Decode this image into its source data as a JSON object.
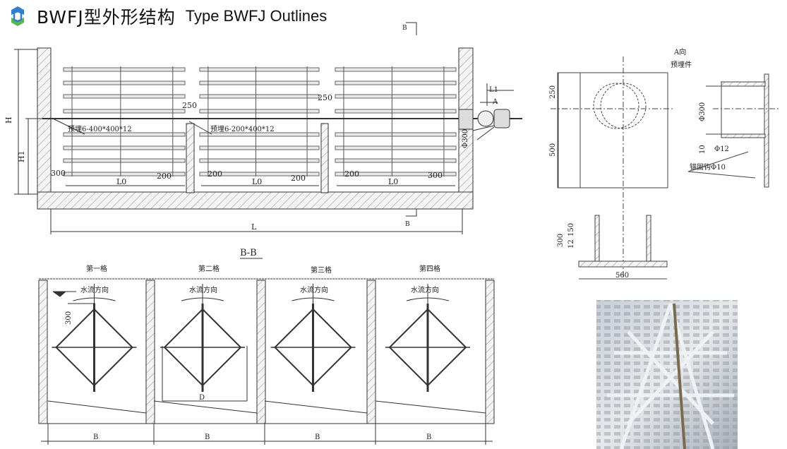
{
  "header": {
    "title_cn": "BWFJ型外形结构",
    "title_en": "Type BWFJ Outlines",
    "logo_colors": [
      "#2f7fd0",
      "#58b947"
    ]
  },
  "plan_view": {
    "section_marker": "B",
    "dims": {
      "H": "H",
      "H1": "H1",
      "L": "L",
      "L0": "L0",
      "L1": "L1",
      "d250": "250",
      "d200": "200",
      "d300": "300",
      "phi300": "Φ300",
      "view_A": "A"
    },
    "embed_labels": [
      "预埋6-400*400*12",
      "预埋6-200*400*12"
    ]
  },
  "embed_detail": {
    "title_line1": "A向",
    "title_line2": "预埋件",
    "dims": {
      "d250": "250",
      "d500": "500",
      "phi300": "Φ300",
      "d10": "10",
      "phi12": "Φ12",
      "anchor": "锚固钩Φ10",
      "d300": "300",
      "d150": "150",
      "d12": "12",
      "d560": "560"
    }
  },
  "section_bb": {
    "title": "B-B",
    "cells": [
      "第一格",
      "第二格",
      "第三格",
      "第四格"
    ],
    "flow_label": "水流方向",
    "dim_300": "300",
    "dim_D": "D",
    "dim_B": "B"
  },
  "photo": {
    "subject": "installed-frame-photo"
  }
}
